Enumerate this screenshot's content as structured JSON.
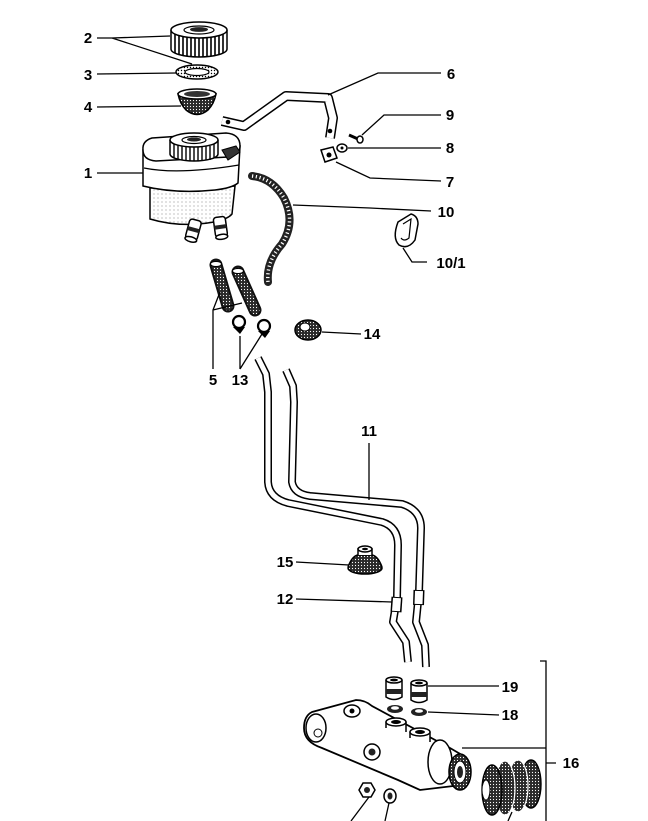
{
  "callouts": [
    "2",
    "3",
    "4",
    "1",
    "6",
    "9",
    "8",
    "7",
    "10",
    "10/1",
    "5",
    "13",
    "14",
    "11",
    "15",
    "12",
    "19",
    "18",
    "16"
  ],
  "colors": {
    "ink": "#000000",
    "paper": "#ffffff"
  }
}
